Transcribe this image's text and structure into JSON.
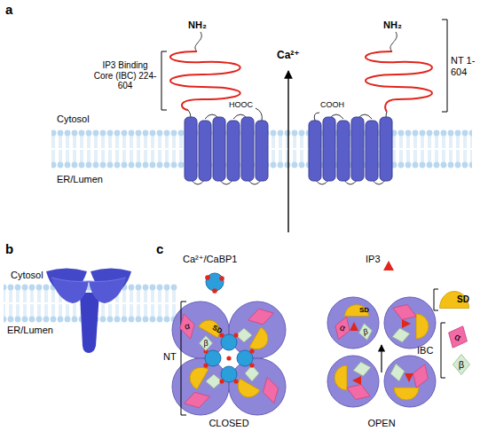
{
  "diagram": {
    "nodes": [
      {
        "text": [
          "α"
        ]
      },
      {
        "text": [
          "SD"
        ]
      },
      {
        "text": [
          "β"
        ]
      },
      {
        "text": [
          "SD"
        ]
      },
      {
        "text": [
          "α"
        ]
      },
      {
        "text": [
          "β"
        ]
      },
      {
        "text": [
          "SD"
        ]
      },
      {
        "text": [
          "α"
        ]
      },
      {
        "text": [
          "β"
        ]
      }
    ],
    "labels": [
      "a",
      "NH₂",
      "NH₂",
      "Ca²⁺",
      "NT 1-604",
      "IP3 Binding Core (IBC) 224-604",
      "HOOC",
      "COOH",
      "Cytosol",
      "ER/Lumen",
      "b",
      "Cytosol",
      "ER/Lumen",
      "c",
      "Ca²⁺/CaBP1",
      "IP3",
      "NT",
      "IBC",
      "CLOSED",
      "OPEN"
    ]
  }
}
